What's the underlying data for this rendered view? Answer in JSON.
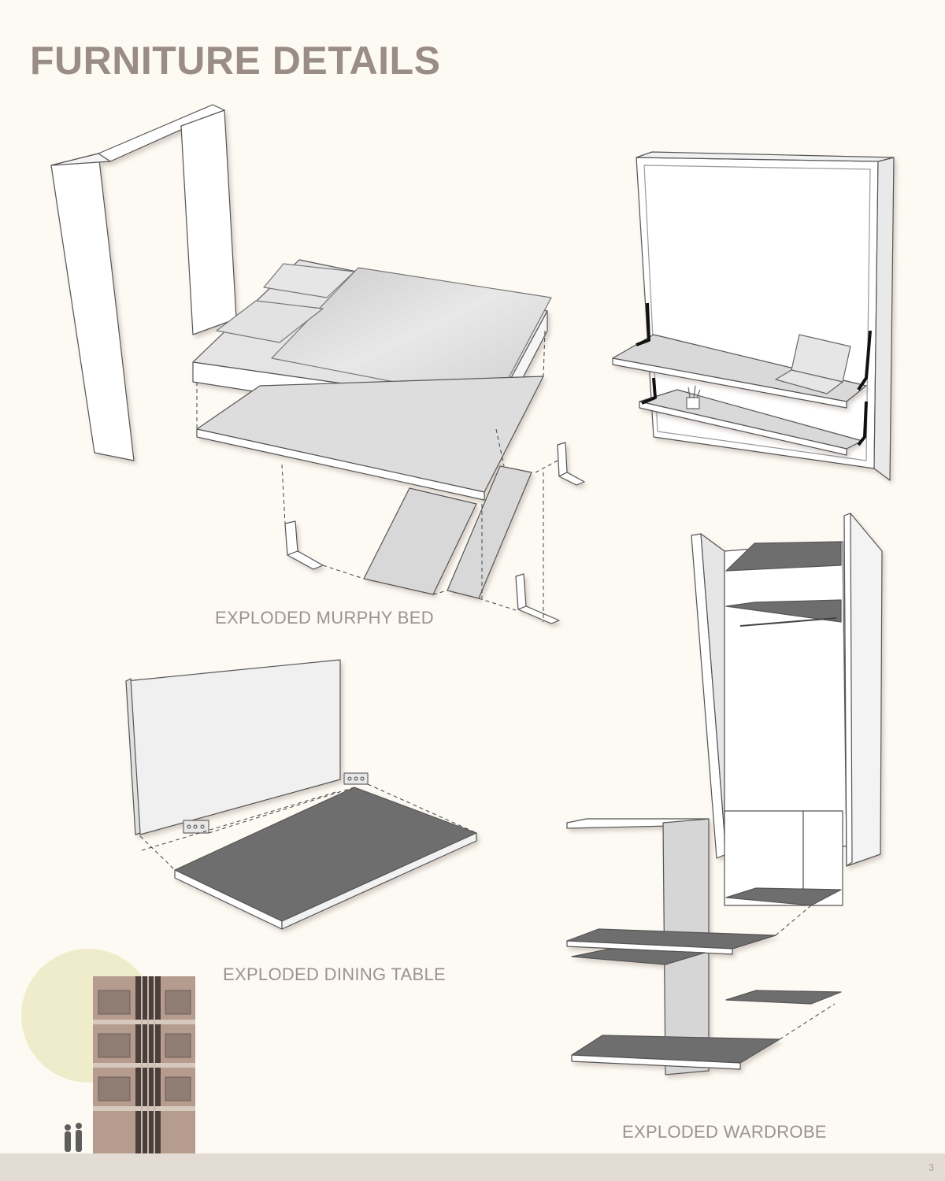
{
  "page": {
    "title": "FURNITURE DETAILS",
    "page_number": "3"
  },
  "captions": {
    "murphy_bed": "EXPLODED MURPHY BED",
    "dining_table": "EXPLODED DINING TABLE",
    "wardrobe": "EXPLODED WARDROBE"
  },
  "colors": {
    "title": "#9a8c86",
    "caption": "#9d928e",
    "background": "#fdfaf4",
    "panel_light": "#ffffff",
    "panel_grey": "#d6d6d6",
    "panel_dark": "#6e6e6e",
    "building": "#b59c8f",
    "sun": "#eeeccb"
  }
}
